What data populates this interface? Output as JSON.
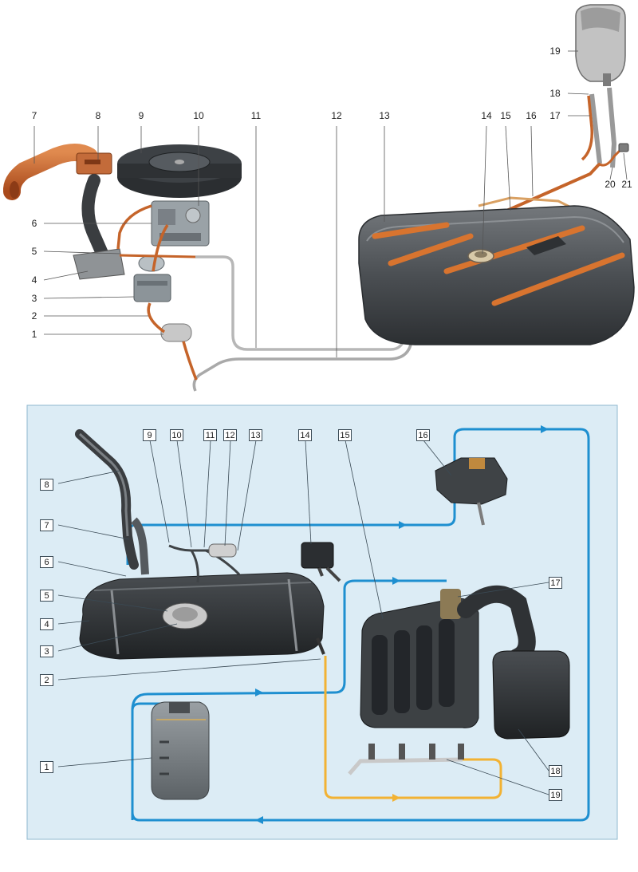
{
  "colors": {
    "panel_bg": "#dcecf5",
    "panel_border": "#8fb9cf",
    "vapor_line": "#1e8fd0",
    "fuel_line": "#f2b233",
    "copper_tube": "#c5642a",
    "steel_tube": "#b9b9b9",
    "tank": "#4e5256"
  },
  "top_diagram": {
    "callouts": [
      {
        "id": "c1",
        "text": "1"
      },
      {
        "id": "c2",
        "text": "2"
      },
      {
        "id": "c3",
        "text": "3"
      },
      {
        "id": "c4",
        "text": "4"
      },
      {
        "id": "c5",
        "text": "5"
      },
      {
        "id": "c6",
        "text": "6"
      },
      {
        "id": "c7",
        "text": "7"
      },
      {
        "id": "c8",
        "text": "8"
      },
      {
        "id": "c9",
        "text": "9"
      },
      {
        "id": "c10",
        "text": "10"
      },
      {
        "id": "c11",
        "text": "11"
      },
      {
        "id": "c12",
        "text": "12"
      },
      {
        "id": "c13",
        "text": "13"
      },
      {
        "id": "c14",
        "text": "14"
      },
      {
        "id": "c15",
        "text": "15"
      },
      {
        "id": "c16",
        "text": "16"
      },
      {
        "id": "c17",
        "text": "17"
      },
      {
        "id": "c18",
        "text": "18"
      },
      {
        "id": "c19",
        "text": "19"
      },
      {
        "id": "c20",
        "text": "20"
      },
      {
        "id": "c21",
        "text": "21"
      }
    ]
  },
  "bottom_diagram": {
    "callouts": [
      {
        "id": "b1",
        "text": "1"
      },
      {
        "id": "b2",
        "text": "2"
      },
      {
        "id": "b3",
        "text": "3"
      },
      {
        "id": "b4",
        "text": "4"
      },
      {
        "id": "b5",
        "text": "5"
      },
      {
        "id": "b6",
        "text": "6"
      },
      {
        "id": "b7",
        "text": "7"
      },
      {
        "id": "b8",
        "text": "8"
      },
      {
        "id": "b9",
        "text": "9"
      },
      {
        "id": "b10",
        "text": "10"
      },
      {
        "id": "b11",
        "text": "11"
      },
      {
        "id": "b12",
        "text": "12"
      },
      {
        "id": "b13",
        "text": "13"
      },
      {
        "id": "b14",
        "text": "14"
      },
      {
        "id": "b15",
        "text": "15"
      },
      {
        "id": "b16",
        "text": "16"
      },
      {
        "id": "b17",
        "text": "17"
      },
      {
        "id": "b18",
        "text": "18"
      },
      {
        "id": "b19",
        "text": "19"
      }
    ]
  }
}
